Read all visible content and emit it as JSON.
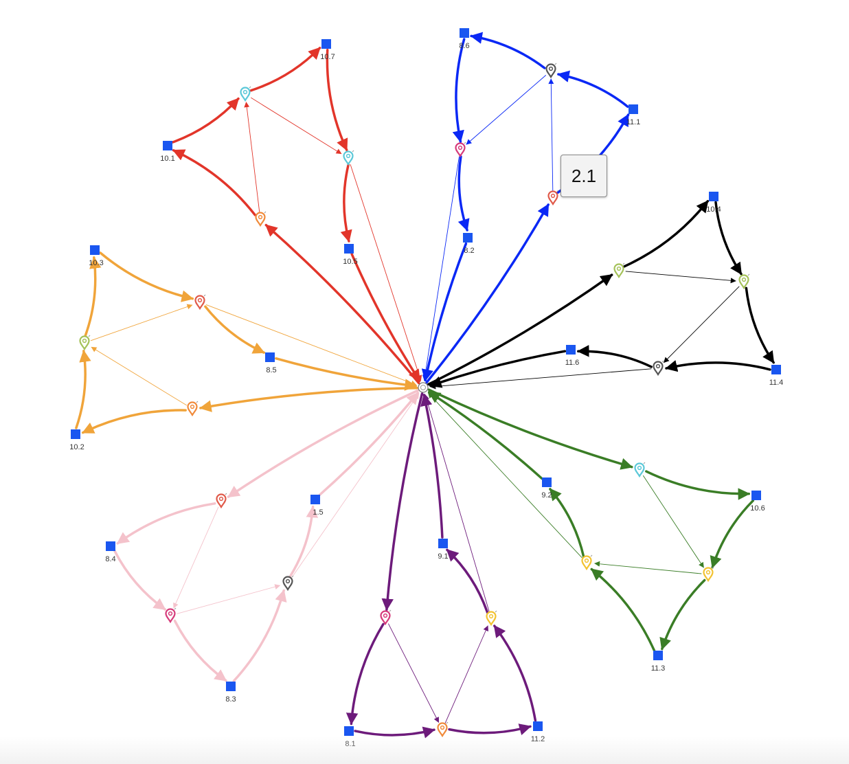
{
  "colors": {
    "red": "#e2352a",
    "blue": "#0a28f5",
    "black": "#000000",
    "orange": "#f0a43a",
    "green": "#3a7d26",
    "pink": "#f4c2cb",
    "purple": "#6d1b7b",
    "square_node": "#1a56f0"
  },
  "tooltip": {
    "label": "2.1"
  },
  "hub": {
    "id": "hub",
    "icon": "hub-icon"
  },
  "squares": [
    {
      "id": "s107",
      "label": "10.7"
    },
    {
      "id": "s101",
      "label": "10.1"
    },
    {
      "id": "s105",
      "label": "10.5"
    },
    {
      "id": "s86",
      "label": "8.6"
    },
    {
      "id": "s111",
      "label": "11.1"
    },
    {
      "id": "s82",
      "label": "8.2"
    },
    {
      "id": "s104",
      "label": "10.4"
    },
    {
      "id": "s114",
      "label": "11.4"
    },
    {
      "id": "s116",
      "label": "11.6"
    },
    {
      "id": "s103",
      "label": "10.3"
    },
    {
      "id": "s85",
      "label": "8.5"
    },
    {
      "id": "s102",
      "label": "10.2"
    },
    {
      "id": "s106",
      "label": "10.6"
    },
    {
      "id": "s92",
      "label": "9.2"
    },
    {
      "id": "s113",
      "label": "11.3"
    },
    {
      "id": "s15",
      "label": "1.5"
    },
    {
      "id": "s84",
      "label": "8.4"
    },
    {
      "id": "s83",
      "label": "8.3"
    },
    {
      "id": "s91",
      "label": "9.1"
    },
    {
      "id": "s81",
      "label": "8.1"
    },
    {
      "id": "s112",
      "label": "11.2"
    }
  ],
  "pins": [
    {
      "id": "pR1",
      "color": "#5bc8d8",
      "icon": "map-pin-icon"
    },
    {
      "id": "pR2",
      "color": "#5bc8d8",
      "icon": "map-pin-icon"
    },
    {
      "id": "pR3",
      "color": "#f08a3a",
      "icon": "map-pin-icon"
    },
    {
      "id": "pB1",
      "color": "#555555",
      "icon": "map-pin-icon"
    },
    {
      "id": "pB2",
      "color": "#d63a7a",
      "icon": "map-pin-icon"
    },
    {
      "id": "pB3",
      "color": "#e05a4a",
      "icon": "map-pin-icon"
    },
    {
      "id": "pK1",
      "color": "#a5c25a",
      "icon": "map-pin-icon"
    },
    {
      "id": "pK2",
      "color": "#a5c25a",
      "icon": "map-pin-icon"
    },
    {
      "id": "pK3",
      "color": "#555555",
      "icon": "map-pin-icon"
    },
    {
      "id": "pO1",
      "color": "#e05a4a",
      "icon": "map-pin-icon"
    },
    {
      "id": "pO2",
      "color": "#a5c25a",
      "icon": "map-pin-icon"
    },
    {
      "id": "pO3",
      "color": "#f08a3a",
      "icon": "map-pin-icon"
    },
    {
      "id": "pG1",
      "color": "#5bc8d8",
      "icon": "map-pin-icon"
    },
    {
      "id": "pG2",
      "color": "#f2c230",
      "icon": "map-pin-icon"
    },
    {
      "id": "pG3",
      "color": "#f2c230",
      "icon": "map-pin-icon"
    },
    {
      "id": "pP1",
      "color": "#e05a4a",
      "icon": "map-pin-icon"
    },
    {
      "id": "pP2",
      "color": "#555555",
      "icon": "map-pin-icon"
    },
    {
      "id": "pP3",
      "color": "#d63a7a",
      "icon": "map-pin-icon"
    },
    {
      "id": "pU1",
      "color": "#d63a7a",
      "icon": "map-pin-icon"
    },
    {
      "id": "pU2",
      "color": "#f2c230",
      "icon": "map-pin-icon"
    },
    {
      "id": "pU3",
      "color": "#f08a3a",
      "icon": "map-pin-icon"
    }
  ],
  "edges": [
    {
      "from": "hub",
      "to": "pR3",
      "color": "red",
      "weight": "thick"
    },
    {
      "from": "pR3",
      "to": "s101",
      "color": "red",
      "weight": "thick"
    },
    {
      "from": "s101",
      "to": "pR1",
      "color": "red",
      "weight": "thick"
    },
    {
      "from": "pR1",
      "to": "s107",
      "color": "red",
      "weight": "thick"
    },
    {
      "from": "s107",
      "to": "pR2",
      "color": "red",
      "weight": "thick"
    },
    {
      "from": "pR2",
      "to": "s105",
      "color": "red",
      "weight": "thick"
    },
    {
      "from": "s105",
      "to": "hub",
      "color": "red",
      "weight": "thick"
    },
    {
      "from": "pR3",
      "to": "pR1",
      "color": "red",
      "weight": "thin"
    },
    {
      "from": "pR1",
      "to": "pR2",
      "color": "red",
      "weight": "thin"
    },
    {
      "from": "pR2",
      "to": "hub",
      "color": "red",
      "weight": "thin"
    },
    {
      "from": "hub",
      "to": "pB3",
      "color": "blue",
      "weight": "thick"
    },
    {
      "from": "pB3",
      "to": "s111",
      "color": "blue",
      "weight": "thick"
    },
    {
      "from": "s111",
      "to": "pB1",
      "color": "blue",
      "weight": "thick"
    },
    {
      "from": "pB1",
      "to": "s86",
      "color": "blue",
      "weight": "thick"
    },
    {
      "from": "s86",
      "to": "pB2",
      "color": "blue",
      "weight": "thick"
    },
    {
      "from": "pB2",
      "to": "s82",
      "color": "blue",
      "weight": "thick"
    },
    {
      "from": "s82",
      "to": "hub",
      "color": "blue",
      "weight": "thick"
    },
    {
      "from": "pB3",
      "to": "pB1",
      "color": "blue",
      "weight": "thin"
    },
    {
      "from": "pB1",
      "to": "pB2",
      "color": "blue",
      "weight": "thin"
    },
    {
      "from": "pB2",
      "to": "hub",
      "color": "blue",
      "weight": "thin"
    },
    {
      "from": "hub",
      "to": "pK1",
      "color": "black",
      "weight": "thick"
    },
    {
      "from": "pK1",
      "to": "s104",
      "color": "black",
      "weight": "thick"
    },
    {
      "from": "s104",
      "to": "pK2",
      "color": "black",
      "weight": "thick"
    },
    {
      "from": "pK2",
      "to": "s114",
      "color": "black",
      "weight": "thick"
    },
    {
      "from": "s114",
      "to": "pK3",
      "color": "black",
      "weight": "thick"
    },
    {
      "from": "pK3",
      "to": "s116",
      "color": "black",
      "weight": "thick"
    },
    {
      "from": "s116",
      "to": "hub",
      "color": "black",
      "weight": "thick"
    },
    {
      "from": "pK1",
      "to": "pK2",
      "color": "black",
      "weight": "thin"
    },
    {
      "from": "pK2",
      "to": "pK3",
      "color": "black",
      "weight": "thin"
    },
    {
      "from": "pK3",
      "to": "hub",
      "color": "black",
      "weight": "thin"
    },
    {
      "from": "hub",
      "to": "pO3",
      "color": "orange",
      "weight": "thick"
    },
    {
      "from": "pO3",
      "to": "s102",
      "color": "orange",
      "weight": "thick"
    },
    {
      "from": "s102",
      "to": "pO2",
      "color": "orange",
      "weight": "thick"
    },
    {
      "from": "pO2",
      "to": "s103",
      "color": "orange",
      "weight": "thick"
    },
    {
      "from": "s103",
      "to": "pO1",
      "color": "orange",
      "weight": "thick"
    },
    {
      "from": "pO1",
      "to": "s85",
      "color": "orange",
      "weight": "thick"
    },
    {
      "from": "s85",
      "to": "hub",
      "color": "orange",
      "weight": "thick"
    },
    {
      "from": "pO3",
      "to": "pO2",
      "color": "orange",
      "weight": "thin"
    },
    {
      "from": "pO2",
      "to": "pO1",
      "color": "orange",
      "weight": "thin"
    },
    {
      "from": "pO1",
      "to": "hub",
      "color": "orange",
      "weight": "thin"
    },
    {
      "from": "hub",
      "to": "pG1",
      "color": "green",
      "weight": "thick"
    },
    {
      "from": "pG1",
      "to": "s106",
      "color": "green",
      "weight": "thick"
    },
    {
      "from": "s106",
      "to": "pG3",
      "color": "green",
      "weight": "thick"
    },
    {
      "from": "pG3",
      "to": "s113",
      "color": "green",
      "weight": "thick"
    },
    {
      "from": "s113",
      "to": "pG2",
      "color": "green",
      "weight": "thick"
    },
    {
      "from": "pG2",
      "to": "s92",
      "color": "green",
      "weight": "thick"
    },
    {
      "from": "s92",
      "to": "hub",
      "color": "green",
      "weight": "thick"
    },
    {
      "from": "pG1",
      "to": "pG3",
      "color": "green",
      "weight": "thin"
    },
    {
      "from": "pG3",
      "to": "pG2",
      "color": "green",
      "weight": "thin"
    },
    {
      "from": "pG2",
      "to": "hub",
      "color": "green",
      "weight": "thin"
    },
    {
      "from": "hub",
      "to": "pP1",
      "color": "pink",
      "weight": "thick"
    },
    {
      "from": "pP1",
      "to": "s84",
      "color": "pink",
      "weight": "thick"
    },
    {
      "from": "s84",
      "to": "pP3",
      "color": "pink",
      "weight": "thick"
    },
    {
      "from": "pP3",
      "to": "s83",
      "color": "pink",
      "weight": "thick"
    },
    {
      "from": "s83",
      "to": "pP2",
      "color": "pink",
      "weight": "thick"
    },
    {
      "from": "pP2",
      "to": "s15",
      "color": "pink",
      "weight": "thick"
    },
    {
      "from": "s15",
      "to": "hub",
      "color": "pink",
      "weight": "thick"
    },
    {
      "from": "pP1",
      "to": "pP3",
      "color": "pink",
      "weight": "thin"
    },
    {
      "from": "pP3",
      "to": "pP2",
      "color": "pink",
      "weight": "thin"
    },
    {
      "from": "pP2",
      "to": "hub",
      "color": "pink",
      "weight": "thin"
    },
    {
      "from": "hub",
      "to": "pU1",
      "color": "purple",
      "weight": "thick"
    },
    {
      "from": "pU1",
      "to": "s81",
      "color": "purple",
      "weight": "thick"
    },
    {
      "from": "s81",
      "to": "pU3",
      "color": "purple",
      "weight": "thick"
    },
    {
      "from": "pU3",
      "to": "s112",
      "color": "purple",
      "weight": "thick"
    },
    {
      "from": "s112",
      "to": "pU2",
      "color": "purple",
      "weight": "thick"
    },
    {
      "from": "pU2",
      "to": "s91",
      "color": "purple",
      "weight": "thick"
    },
    {
      "from": "s91",
      "to": "hub",
      "color": "purple",
      "weight": "thick"
    },
    {
      "from": "pU1",
      "to": "pU3",
      "color": "purple",
      "weight": "thin"
    },
    {
      "from": "pU3",
      "to": "pU2",
      "color": "purple",
      "weight": "thin"
    },
    {
      "from": "pU2",
      "to": "hub",
      "color": "purple",
      "weight": "thin"
    }
  ]
}
